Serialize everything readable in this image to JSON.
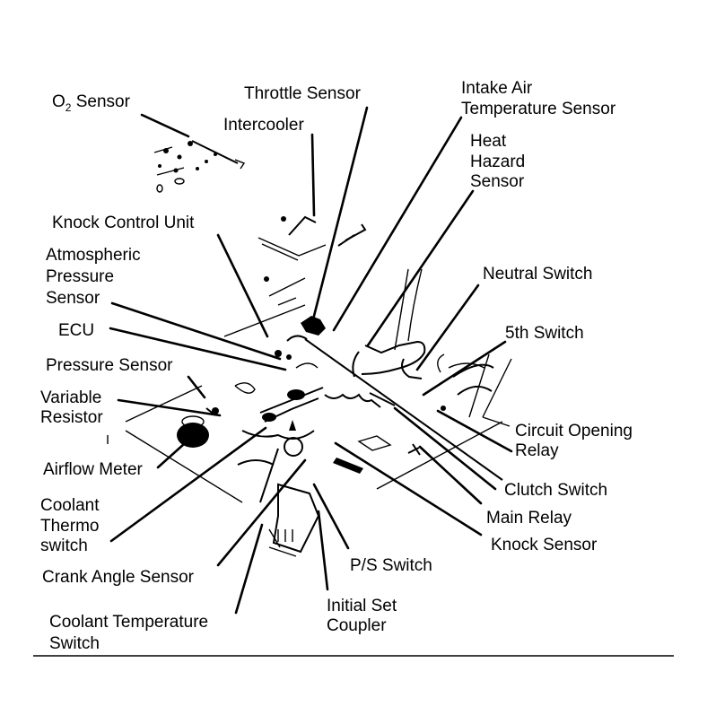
{
  "diagram": {
    "title": "Engine Component Locator",
    "labels": {
      "o2_sensor": {
        "main": "O",
        "sub": "2",
        "rest": " Sensor"
      },
      "throttle_sensor": "Throttle Sensor",
      "intercooler": "Intercooler",
      "intake_air_temp_1": "Intake Air",
      "intake_air_temp_2": "Temperature Sensor",
      "heat_hazard_1": "Heat",
      "heat_hazard_2": "Hazard",
      "heat_hazard_3": "Sensor",
      "knock_control_unit": "Knock Control Unit",
      "atmospheric_1": "Atmospheric",
      "atmospheric_2": "Pressure",
      "atmospheric_3": "Sensor",
      "neutral_switch": "Neutral Switch",
      "ecu": "ECU",
      "fifth_switch": "5th Switch",
      "pressure_sensor": "Pressure Sensor",
      "variable_resistor_1": "Variable",
      "variable_resistor_2": "Resistor",
      "circuit_opening_1": "Circuit Opening",
      "circuit_opening_2": "Relay",
      "airflow_meter": "Airflow Meter",
      "clutch_switch": "Clutch Switch",
      "coolant_thermo_1": "Coolant",
      "coolant_thermo_2": "Thermo",
      "coolant_thermo_3": "switch",
      "main_relay": "Main Relay",
      "knock_sensor": "Knock Sensor",
      "ps_switch": "P/S Switch",
      "crank_angle_sensor": "Crank Angle Sensor",
      "initial_set_1": "Initial Set",
      "initial_set_2": "Coupler",
      "coolant_temp_1": "Coolant Temperature",
      "coolant_temp_2": "Switch"
    }
  }
}
